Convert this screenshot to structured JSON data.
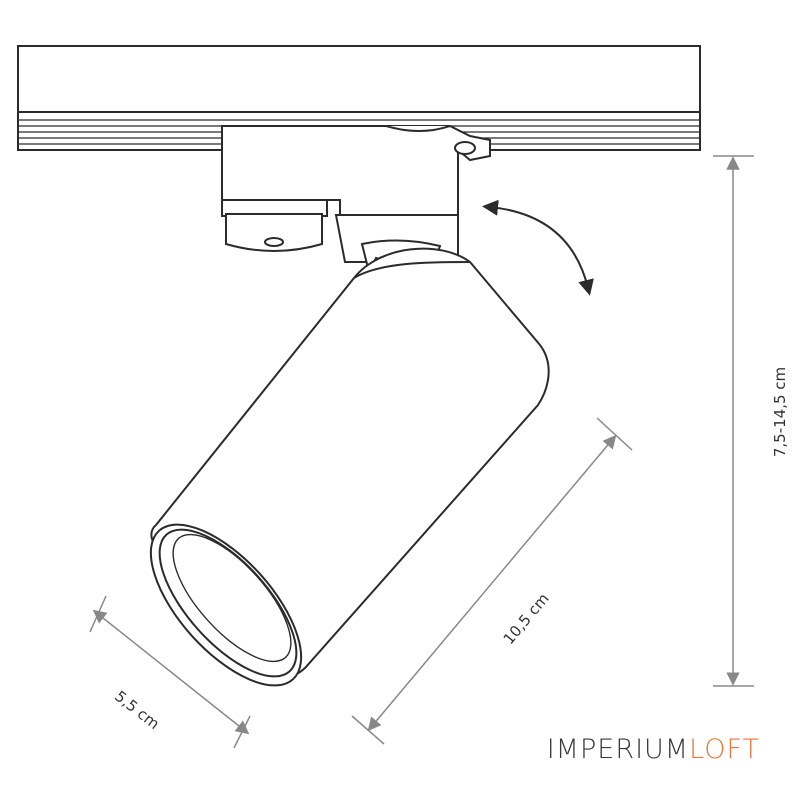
{
  "dimensions": {
    "height_range": "7,5-14,5 cm",
    "length": "10,5 cm",
    "diameter": "5,5 cm"
  },
  "brand": {
    "part1": "IMPERIUM",
    "part2": "LOFT"
  },
  "colors": {
    "line": "#2b2b2b",
    "dimension": "#888888",
    "brand_dark": "#3a3a3a",
    "brand_accent": "#e8773a"
  },
  "icons": {
    "rotation": "curved-double-arrow-icon"
  }
}
